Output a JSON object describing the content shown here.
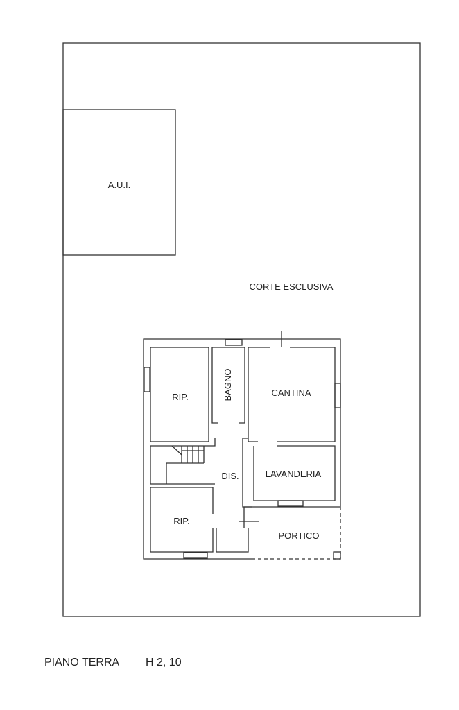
{
  "plan": {
    "caption": "PIANO TERRA",
    "height_label": "H 2, 10",
    "lot_label": "CORTE ESCLUSIVA",
    "annex_label": "A.U.I.",
    "rooms": {
      "rip_top": "RIP.",
      "bagno": "BAGNO",
      "cantina": "CANTINA",
      "dis": "DIS.",
      "lavanderia": "LAVANDERIA",
      "rip_bottom": "RIP.",
      "portico": "PORTICO"
    }
  }
}
